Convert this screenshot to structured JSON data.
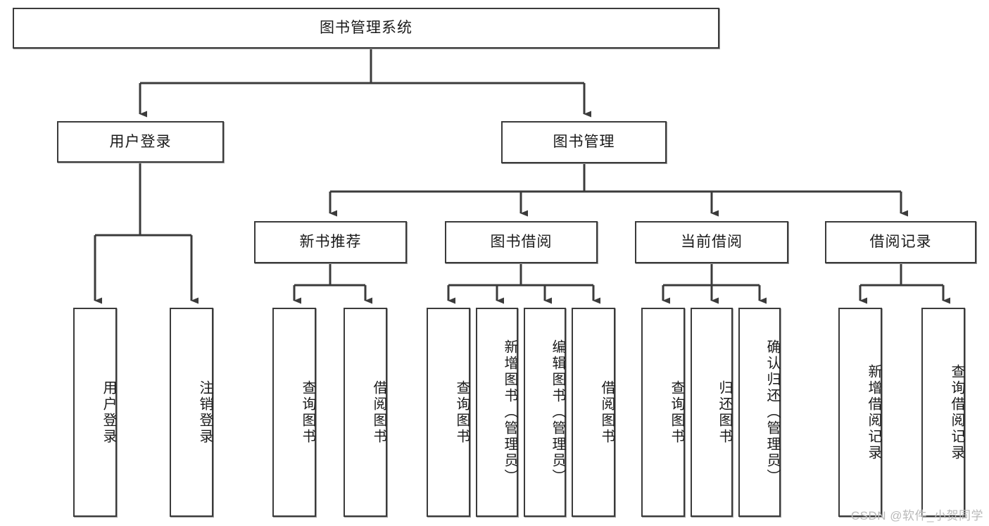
{
  "diagram": {
    "title": "图书管理系统",
    "type": "tree-hierarchy",
    "colors": {
      "box_border": "#3b3b3b",
      "box_fill": "#ffffff",
      "connector": "#3b3b3b",
      "shadow": "#9a9a9a",
      "watermark": "#b9b9b9",
      "background": "#ffffff"
    },
    "watermark": "CSDN @软件_小贺同学",
    "root": {
      "id": "root",
      "label": "图书管理系统"
    },
    "level1": [
      {
        "id": "user-login",
        "label": "用户登录"
      },
      {
        "id": "book-manage",
        "label": "图书管理"
      }
    ],
    "level2": [
      {
        "id": "new-book-recommend",
        "label": "新书推荐",
        "parent": "book-manage"
      },
      {
        "id": "book-borrow",
        "label": "图书借阅",
        "parent": "book-manage"
      },
      {
        "id": "current-borrow",
        "label": "当前借阅",
        "parent": "book-manage"
      },
      {
        "id": "borrow-record",
        "label": "借阅记录",
        "parent": "book-manage"
      }
    ],
    "leaves": [
      {
        "id": "leaf-user-login",
        "label": "用户登录",
        "parent": "user-login"
      },
      {
        "id": "leaf-logout-login",
        "label": "注销登录",
        "parent": "user-login"
      },
      {
        "id": "leaf-query-book-1",
        "label": "查询图书",
        "parent": "new-book-recommend"
      },
      {
        "id": "leaf-borrow-book-1",
        "label": "借阅图书",
        "parent": "new-book-recommend"
      },
      {
        "id": "leaf-query-book-2",
        "label": "查询图书",
        "parent": "book-borrow"
      },
      {
        "id": "leaf-add-book",
        "label": "新增图书（管理员）",
        "parent": "book-borrow"
      },
      {
        "id": "leaf-edit-book",
        "label": "编辑图书（管理员）",
        "parent": "book-borrow"
      },
      {
        "id": "leaf-borrow-book-2",
        "label": "借阅图书",
        "parent": "book-borrow"
      },
      {
        "id": "leaf-query-book-3",
        "label": "查询图书",
        "parent": "current-borrow"
      },
      {
        "id": "leaf-return-book",
        "label": "归还图书",
        "parent": "current-borrow"
      },
      {
        "id": "leaf-confirm-return",
        "label": "确认归还（管理员）",
        "parent": "current-borrow"
      },
      {
        "id": "leaf-add-record",
        "label": "新增借阅记录",
        "parent": "borrow-record"
      },
      {
        "id": "leaf-query-record",
        "label": "查询借阅记录",
        "parent": "borrow-record"
      }
    ]
  }
}
